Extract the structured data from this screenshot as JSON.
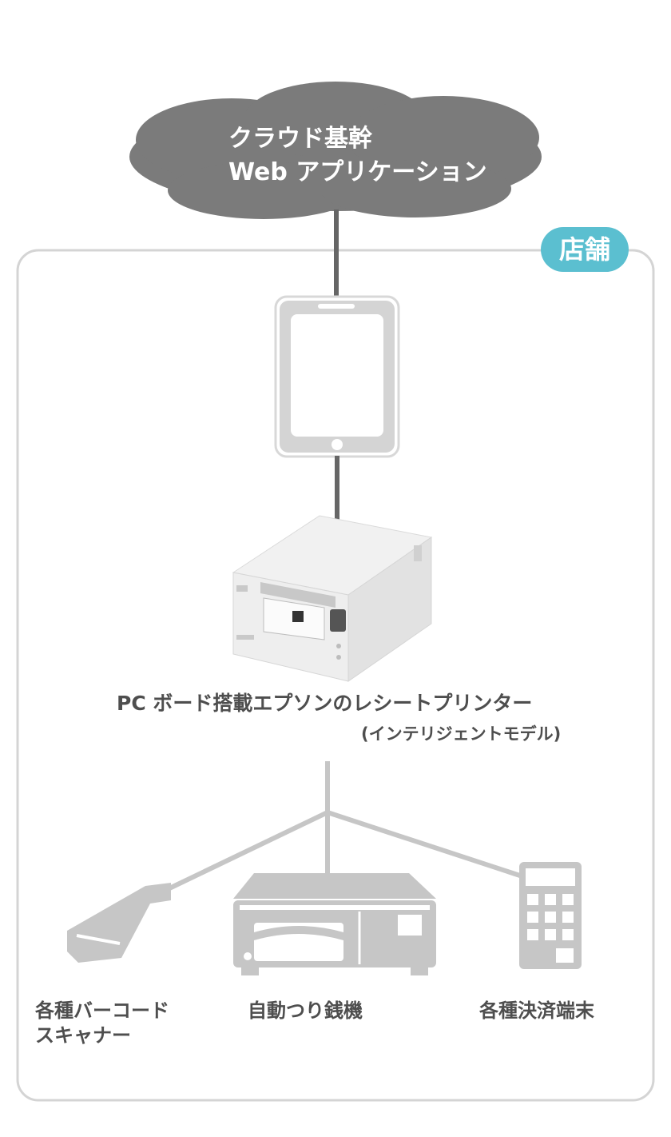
{
  "cloud": {
    "line1": "クラウド基幹",
    "line2": "Web アプリケーション"
  },
  "store": {
    "badge": "店舗"
  },
  "printer": {
    "caption": "PC ボード搭載エプソンのレシートプリンター",
    "subcaption": "(インテリジェントモデル)"
  },
  "devices": {
    "scanner_line1": "各種バーコード",
    "scanner_line2": "スキャナー",
    "changer": "自動つり銭機",
    "payment": "各種決済端末"
  },
  "colors": {
    "cloud": "#7b7b7b",
    "badge": "#5bbfd0",
    "device_gray": "#c6c6c6",
    "frame": "#d4d4d4",
    "line_dark": "#666666",
    "text": "#4e4e4e"
  },
  "icons": {
    "cloud": "cloud-icon",
    "tablet": "tablet-icon",
    "printer": "receipt-printer-icon",
    "scanner": "barcode-scanner-icon",
    "changer": "cash-changer-icon",
    "payment": "payment-terminal-icon"
  }
}
